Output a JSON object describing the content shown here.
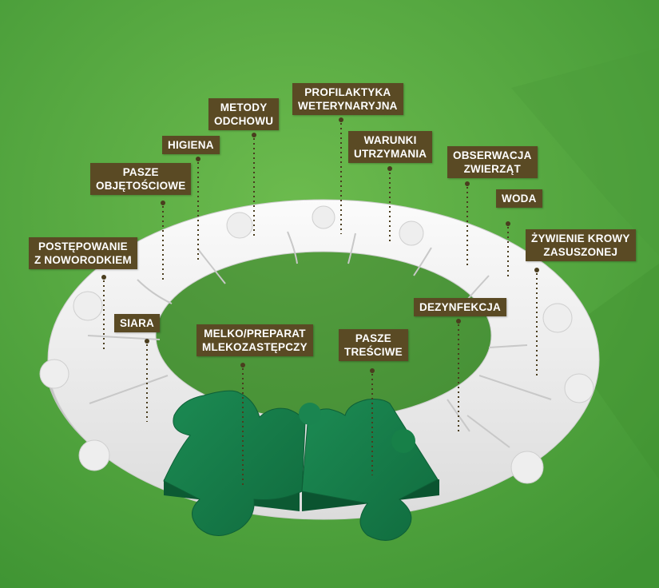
{
  "labels": {
    "profilaktyka": [
      "PROFILAKTYKA",
      "WETERYNARYJNA"
    ],
    "metody": [
      "METODY",
      "ODCHOWU"
    ],
    "warunki": [
      "WARUNKI",
      "UTRZYMANIA"
    ],
    "higiena": [
      "HIGIENA"
    ],
    "obserwacja": [
      "OBSERWACJA",
      "ZWIERZĄT"
    ],
    "pasze_obj": [
      "PASZE",
      "OBJĘTOŚCIOWE"
    ],
    "woda": [
      "WODA"
    ],
    "zywienie": [
      "ŻYWIENIE KROWY",
      "ZASUSZONEJ"
    ],
    "postepowanie": [
      "POSTĘPOWANIE",
      "Z NOWORODKIEM"
    ],
    "dezynfekcja": [
      "DEZYNFEKCJA"
    ],
    "siara": [
      "SIARA"
    ],
    "melko": [
      "MELKO/PREPARAT",
      "MLEKOZASTĘPCZY"
    ],
    "pasze_tresc": [
      "PASZE",
      "TREŚCIWE"
    ]
  },
  "colors": {
    "background": "#56a83d",
    "label_bg": "#5a4a24",
    "puzzle_white": "#f1f1f1",
    "puzzle_green": "#157a48"
  }
}
